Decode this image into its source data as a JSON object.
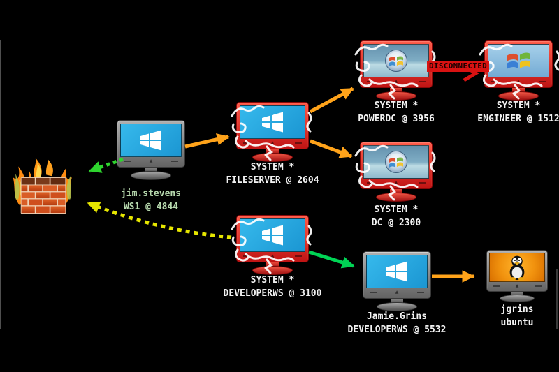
{
  "app": {
    "view": "network-attack-graph",
    "background": "#000000"
  },
  "nodes": [
    {
      "id": "ws1",
      "line1": "jim.stevens",
      "line2": "WS1 @ 4844",
      "os": "windows8",
      "state": "normal",
      "label_color": "#b7d9ae"
    },
    {
      "id": "fileserver",
      "line1": "SYSTEM *",
      "line2": "FILESERVER @ 2604",
      "os": "windows8",
      "state": "compromised",
      "label_color": "#f2f2f2"
    },
    {
      "id": "powerdc",
      "line1": "SYSTEM *",
      "line2": "POWERDC @ 3956",
      "os": "vista",
      "state": "compromised",
      "label_color": "#f2f2f2"
    },
    {
      "id": "engineer",
      "line1": "SYSTEM *",
      "line2": "ENGINEER @ 1512",
      "os": "xp",
      "state": "compromised",
      "label_color": "#f2f2f2"
    },
    {
      "id": "dc",
      "line1": "SYSTEM *",
      "line2": "DC @ 2300",
      "os": "vista",
      "state": "compromised",
      "label_color": "#f2f2f2"
    },
    {
      "id": "developerws",
      "line1": "SYSTEM *",
      "line2": "DEVELOPERWS @ 3100",
      "os": "windows8",
      "state": "compromised",
      "label_color": "#f2f2f2"
    },
    {
      "id": "jamie",
      "line1": "Jamie.Grins",
      "line2": "DEVELOPERWS @ 5532",
      "os": "windows8",
      "state": "normal",
      "label_color": "#f2f2f2"
    },
    {
      "id": "jgrins",
      "line1": "jgrins",
      "line2": "ubuntu",
      "os": "linux",
      "state": "normal",
      "label_color": "#f2f2f2"
    }
  ],
  "firewall": {
    "name": "firewall"
  },
  "edges": [
    {
      "from": "ws1",
      "to": "firewall",
      "style": "dotted",
      "color_key": "green"
    },
    {
      "from": "ws1",
      "to": "fileserver",
      "style": "solid",
      "color_key": "orange"
    },
    {
      "from": "fileserver",
      "to": "powerdc",
      "style": "solid",
      "color_key": "orange"
    },
    {
      "from": "fileserver",
      "to": "dc",
      "style": "solid",
      "color_key": "orange"
    },
    {
      "from": "powerdc",
      "to": "engineer",
      "style": "broken",
      "color_key": "red",
      "label": "DISCONNECTED"
    },
    {
      "from": "developerws",
      "to": "firewall",
      "style": "dashed",
      "color_key": "yellow"
    },
    {
      "from": "developerws",
      "to": "jamie",
      "style": "solid",
      "color_key": "spring_green"
    },
    {
      "from": "jamie",
      "to": "jgrins",
      "style": "solid",
      "color_key": "orange"
    }
  ],
  "colors": {
    "orange": "#ffa31a",
    "green": "#2ed42e",
    "yellow": "#e6e600",
    "spring_green": "#00d455",
    "red": "#d81212",
    "compromised_bezel": "#e03030",
    "screen_blue": "#29abe2"
  }
}
